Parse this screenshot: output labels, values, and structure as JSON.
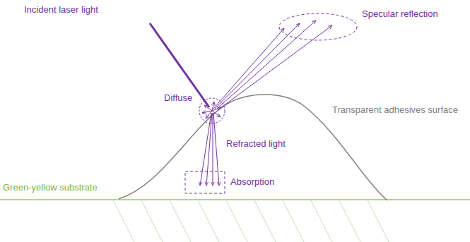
{
  "diagram": {
    "labels": [
      "Incident laser light",
      "Specular reflection",
      "Diffuse",
      "Transparent adhesives surface",
      "Refracted light",
      "Absorption",
      "Green-yellow substrate"
    ]
  }
}
